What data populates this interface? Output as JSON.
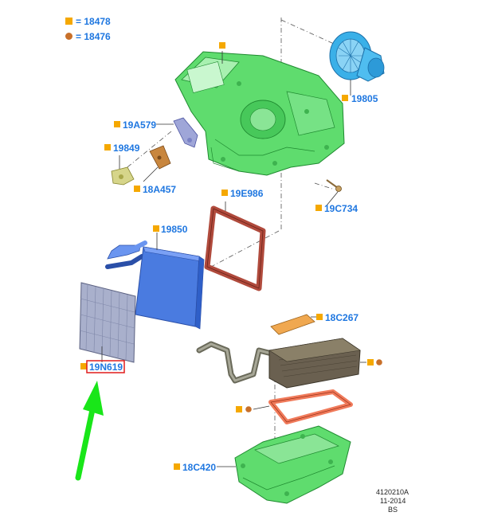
{
  "legend": {
    "square_label": "= 18478",
    "circle_label": "= 18476"
  },
  "callouts": {
    "c19805": "19805",
    "c19A579": "19A579",
    "c19849": "19849",
    "c18A457": "18A457",
    "c19E986": "19E986",
    "c19C734": "19C734",
    "c19850": "19850",
    "c18C267": "18C267",
    "c19N619": "19N619",
    "c18C420": "18C420"
  },
  "footer": {
    "code": "4120210A",
    "date": "11-2014",
    "initials": "BS"
  },
  "colors": {
    "callout_text": "#1f77e0",
    "square_marker": "#f5a800",
    "circle_marker": "#c8702a",
    "housing_green": "#5fdc6e",
    "evaporator_blue": "#4a7be0",
    "gasket_red": "#b04a3c",
    "filter_gray": "#a9b0cc",
    "pointer_arrow": "#19e619",
    "highlight_box": "#e01b1b"
  },
  "icons": [
    "square-marker-icon",
    "circle-marker-icon",
    "pointer-arrow-icon"
  ]
}
